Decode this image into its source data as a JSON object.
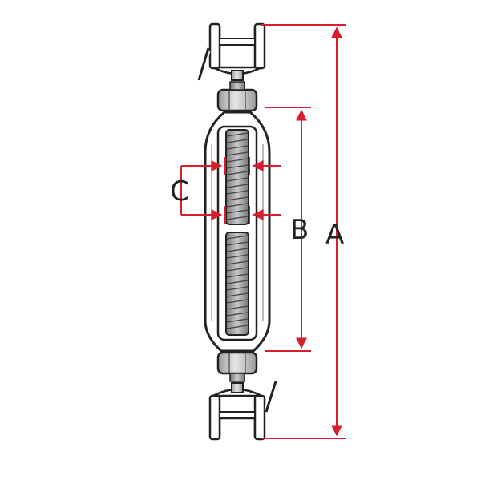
{
  "diagram": {
    "dimension_labels": {
      "a": "A",
      "b": "B",
      "c": "C"
    },
    "colors": {
      "dimension": "#d81e2c",
      "outline": "#222222",
      "shade": "#c9c9c9",
      "background": "#ffffff"
    }
  }
}
